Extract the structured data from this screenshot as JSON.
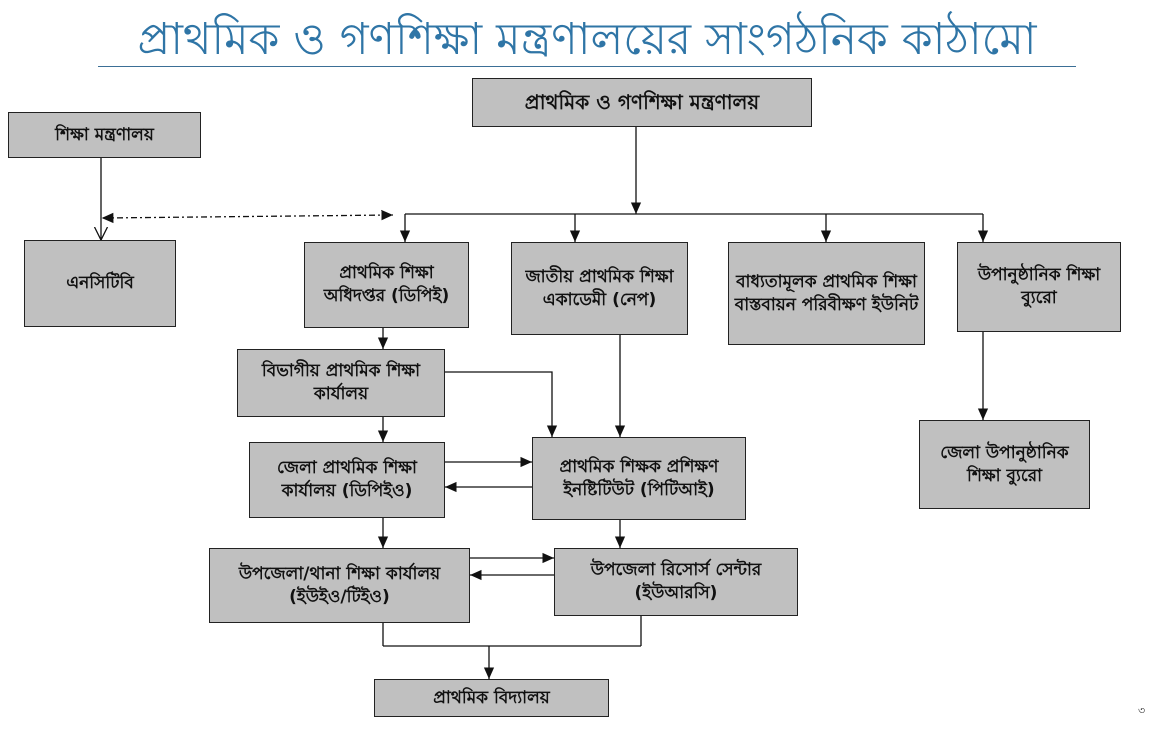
{
  "title": "প্রাথমিক ও গণশিক্ষা মন্ত্রণালয়ের সাংগঠনিক কাঠামো",
  "nodes": {
    "mopme": "প্রাথমিক ও গণশিক্ষা মন্ত্রণালয়",
    "moe": "শিক্ষা মন্ত্রণালয়",
    "nctb": "এনসিটিবি",
    "dpe": "প্রাথমিক শিক্ষা অধিদপ্তর (ডিপিই)",
    "nape": "জাতীয় প্রাথমিক শিক্ষা একাডেমী (নেপ)",
    "cpeiu": "বাধ্যতামূলক প্রাথমিক শিক্ষা বাস্তবায়ন পরিবীক্ষণ ইউনিট",
    "bnfe": "উপানুষ্ঠানিক শিক্ষা ব্যুরো",
    "division": "বিভাগীয় প্রাথমিক শিক্ষা কার্যালয়",
    "dpeo": "জেলা প্রাথমিক শিক্ষা কার্যালয় (ডিপিইও)",
    "pti": "প্রাথমিক শিক্ষক প্রশিক্ষণ ইনষ্টিটিউট (পিটিআই)",
    "district_nfe": "জেলা উপানুষ্ঠানিক শিক্ষা ব্যুরো",
    "upazila": "উপজেলা/থানা শিক্ষা কার্যালয় (ইউইও/টিইও)",
    "urc": "উপজেলা রিসোর্স সেন্টার (ইউআরসি)",
    "school": "প্রাথমিক বিদ্যালয়"
  },
  "page_number": "৩"
}
